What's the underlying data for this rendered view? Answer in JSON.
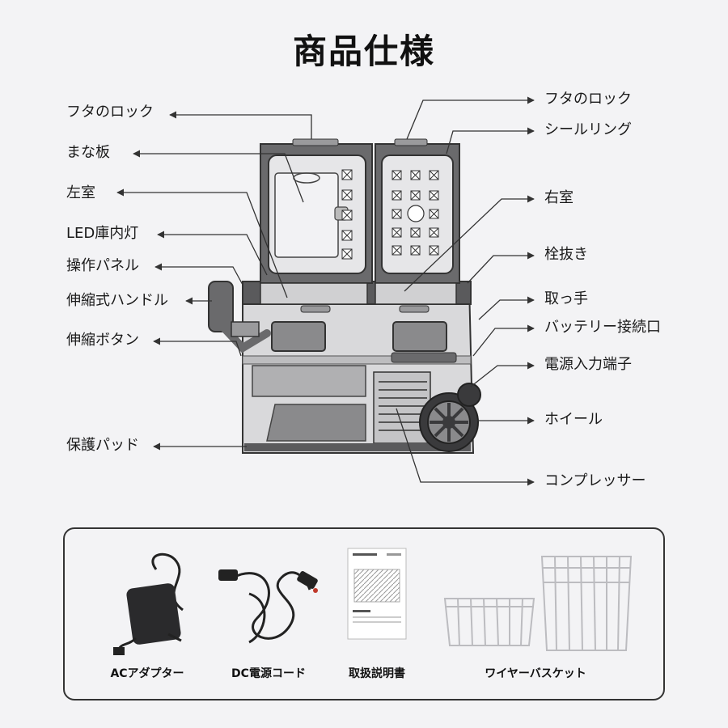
{
  "title": "商品仕様",
  "callouts_left": [
    {
      "id": "lid-lock-left",
      "label": "フタのロック"
    },
    {
      "id": "cutting-board",
      "label": "まな板"
    },
    {
      "id": "left-compartment",
      "label": "左室"
    },
    {
      "id": "led-light",
      "label": "LED庫内灯"
    },
    {
      "id": "control-panel",
      "label": "操作パネル"
    },
    {
      "id": "telescopic-handle",
      "label": "伸縮式ハンドル"
    },
    {
      "id": "telescopic-button",
      "label": "伸縮ボタン"
    },
    {
      "id": "protective-pad",
      "label": "保護パッド"
    }
  ],
  "callouts_right": [
    {
      "id": "lid-lock-right",
      "label": "フタのロック"
    },
    {
      "id": "seal-ring",
      "label": "シールリング"
    },
    {
      "id": "right-compartment",
      "label": "右室"
    },
    {
      "id": "drain-plug",
      "label": "栓抜き"
    },
    {
      "id": "grip",
      "label": "取っ手"
    },
    {
      "id": "battery-port",
      "label": "バッテリー接続口"
    },
    {
      "id": "power-input",
      "label": "電源入力端子"
    },
    {
      "id": "wheel",
      "label": "ホイール"
    },
    {
      "id": "compressor",
      "label": "コンプレッサー"
    }
  ],
  "accessories": [
    {
      "id": "ac-adapter",
      "label": "ACアダプター"
    },
    {
      "id": "dc-cord",
      "label": "DC電源コード"
    },
    {
      "id": "manual",
      "label": "取扱説明書"
    },
    {
      "id": "wire-basket",
      "label": "ワイヤーバスケット"
    }
  ],
  "colors": {
    "background": "#f3f3f5",
    "line": "#333333",
    "body_dark": "#4a4a4a",
    "body_mid": "#8a8a8a"
  }
}
